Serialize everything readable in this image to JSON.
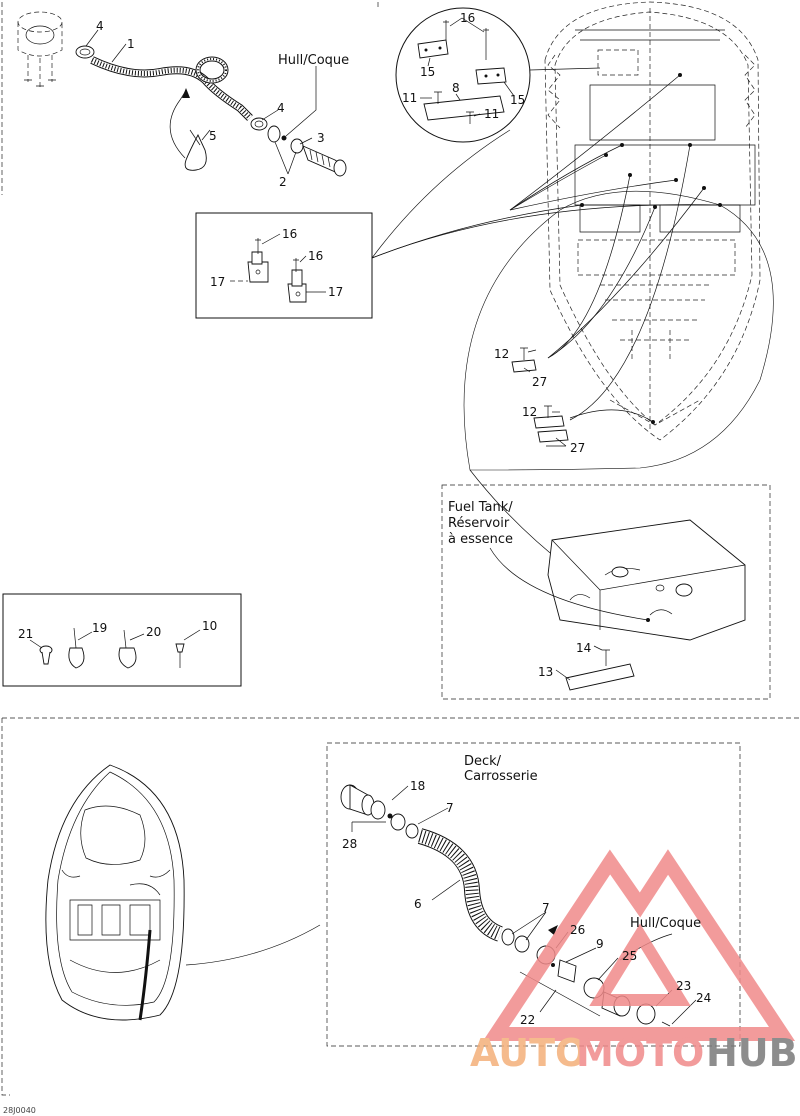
{
  "labels": {
    "hull_top": "Hull/Coque",
    "hull_bottom": "Hull/Coque",
    "fuel_tank_line1": "Fuel Tank/",
    "fuel_tank_line2": "Réservoir",
    "fuel_tank_line3": "à essence",
    "deck_line1": "Deck/",
    "deck_line2": "Carrosserie",
    "figure_code": "28J0040"
  },
  "callouts": {
    "n1": "1",
    "n2": "2",
    "n3": "3",
    "n4a": "4",
    "n4b": "4",
    "n5": "5",
    "n6": "6",
    "n7a": "7",
    "n7b": "7",
    "n8": "8",
    "n9": "9",
    "n10": "10",
    "n11a": "11",
    "n11b": "11",
    "n12a": "12",
    "n12b": "12",
    "n13": "13",
    "n14": "14",
    "n15a": "15",
    "n15b": "15",
    "n16a": "16",
    "n16b": "16",
    "n16c": "16",
    "n17a": "17",
    "n17b": "17",
    "n18": "18",
    "n19": "19",
    "n20": "20",
    "n21": "21",
    "n22": "22",
    "n23": "23",
    "n24": "24",
    "n25": "25",
    "n26": "26",
    "n27a": "27",
    "n27b": "27",
    "n28": "28"
  },
  "watermark": {
    "part1": "AUTO",
    "part2": "MOTO",
    "part3": "HUB",
    "color_primary": "#f08a8a",
    "color_secondary": "#f4b07a",
    "color_dark": "#7a7a7a"
  }
}
